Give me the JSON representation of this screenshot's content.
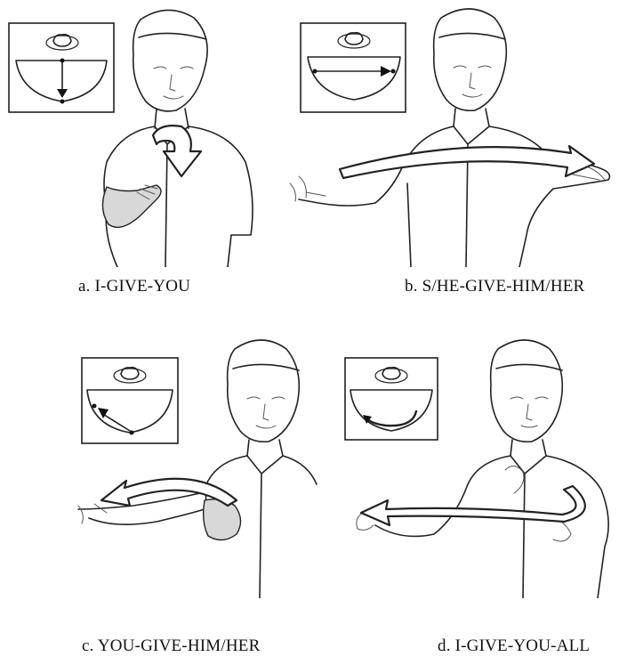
{
  "figure": {
    "panels": [
      {
        "id": "a",
        "caption": "a. I-GIVE-YOU"
      },
      {
        "id": "b",
        "caption": "b. S/HE-GIVE-HIM/HER"
      },
      {
        "id": "c",
        "caption": "c. YOU-GIVE-HIM/HER"
      },
      {
        "id": "d",
        "caption": "d. I-GIVE-YOU-ALL"
      }
    ]
  }
}
